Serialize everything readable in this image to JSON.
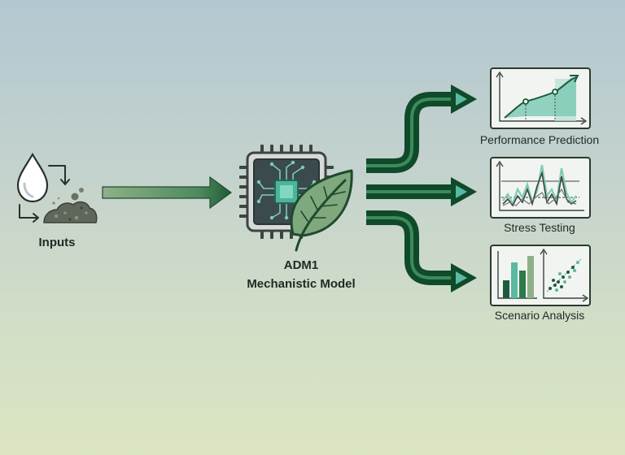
{
  "inputs": {
    "label": "Inputs",
    "icons": [
      "water-drop-icon",
      "cycle-arrows-icon",
      "soil-pile-icon"
    ]
  },
  "model": {
    "line1": "ADM1",
    "line2": "Mechanistic Model",
    "icons": [
      "chip-icon",
      "leaf-icon"
    ]
  },
  "outputs": {
    "performance": {
      "label": "Performance Prediction",
      "icon": "line-chart-icon"
    },
    "stress": {
      "label": "Stress Testing",
      "icon": "volatility-chart-icon"
    },
    "scenario": {
      "label": "Scenario Analysis",
      "icon": "bar-scatter-chart-icon"
    }
  },
  "colors": {
    "dark_green": "#0f4a2a",
    "mid_green": "#2f7a4a",
    "teal": "#5bb9a2",
    "light_green": "#8fb089",
    "panel_bg": "#f1f4f0"
  }
}
